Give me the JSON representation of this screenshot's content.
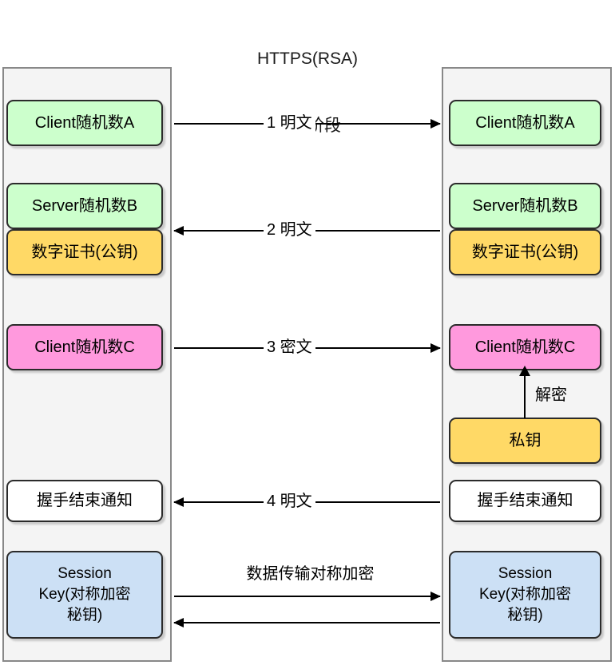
{
  "title": {
    "line1": "HTTPS(RSA)",
    "line2": "握手阶段"
  },
  "columns": {
    "client": {
      "name": "client-lifeline"
    },
    "server": {
      "name": "server-lifeline"
    }
  },
  "client_boxes": {
    "random_a": "Client随机数A",
    "random_b": "Server随机数B",
    "certificate": "数字证书(公钥)",
    "random_c": "Client随机数C",
    "handshake_done": "握手结束通知",
    "session_key": "Session\nKey(对称加密\n秘钥)"
  },
  "server_boxes": {
    "random_a": "Client随机数A",
    "random_b": "Server随机数B",
    "certificate": "数字证书(公钥)",
    "random_c": "Client随机数C",
    "private_key": "私钥",
    "handshake_done": "握手结束通知",
    "session_key": "Session\nKey(对称加密\n秘钥)"
  },
  "messages": [
    {
      "id": 1,
      "label": "1 明文",
      "direction": "right"
    },
    {
      "id": 2,
      "label": "2 明文",
      "direction": "left"
    },
    {
      "id": 3,
      "label": "3 密文",
      "direction": "right"
    },
    {
      "id": 4,
      "label": "4 明文",
      "direction": "left"
    },
    {
      "id": 5,
      "label": "数据传输对称加密",
      "direction": "right"
    },
    {
      "id": 6,
      "label": "",
      "direction": "left"
    }
  ],
  "decrypt": {
    "label": "解密"
  },
  "colors": {
    "green": "#ccffcc",
    "yellow": "#ffd966",
    "pink": "#ff99dd",
    "blue": "#cce0f5",
    "white": "#ffffff",
    "column_bg": "#f4f4f4",
    "column_border": "#888888",
    "box_border": "#2b2b2b",
    "line": "#000000"
  }
}
